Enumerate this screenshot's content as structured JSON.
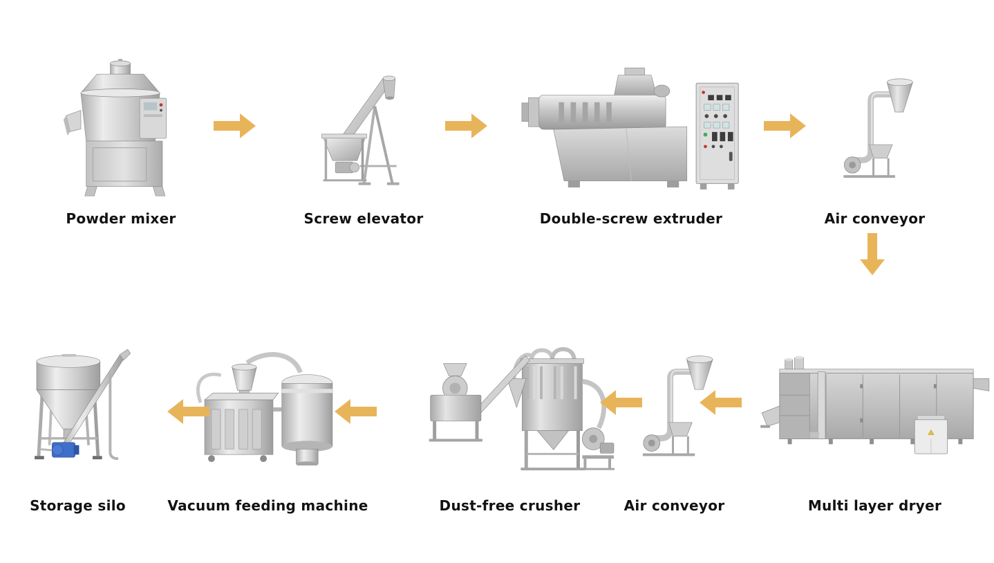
{
  "diagram": {
    "accent_color": "#E8B45A",
    "text_color": "#121212",
    "flow": [
      {
        "id": "powder-mixer",
        "label": "Powder mixer"
      },
      {
        "id": "screw-elevator",
        "label": "Screw elevator"
      },
      {
        "id": "double-screw-extruder",
        "label": "Double-screw extruder"
      },
      {
        "id": "air-conveyor-top",
        "label": "Air conveyor"
      },
      {
        "id": "multi-layer-dryer",
        "label": "Multi layer dryer"
      },
      {
        "id": "air-conveyor-bottom",
        "label": "Air conveyor"
      },
      {
        "id": "dust-free-crusher",
        "label": "Dust-free crusher"
      },
      {
        "id": "vacuum-feeding-machine",
        "label": "Vacuum feeding machine"
      },
      {
        "id": "storage-silo",
        "label": "Storage silo"
      }
    ],
    "connections": [
      {
        "from": "Powder mixer",
        "to": "Screw elevator",
        "direction": "right"
      },
      {
        "from": "Screw elevator",
        "to": "Double-screw extruder",
        "direction": "right"
      },
      {
        "from": "Double-screw extruder",
        "to": "Air conveyor",
        "direction": "right"
      },
      {
        "from": "Air conveyor",
        "to": "Multi layer dryer",
        "direction": "down"
      },
      {
        "from": "Multi layer dryer",
        "to": "Air conveyor",
        "direction": "left"
      },
      {
        "from": "Air conveyor",
        "to": "Dust-free crusher",
        "direction": "left"
      },
      {
        "from": "Dust-free crusher",
        "to": "Vacuum feeding machine",
        "direction": "left"
      },
      {
        "from": "Vacuum feeding machine",
        "to": "Storage silo",
        "direction": "left"
      }
    ]
  }
}
